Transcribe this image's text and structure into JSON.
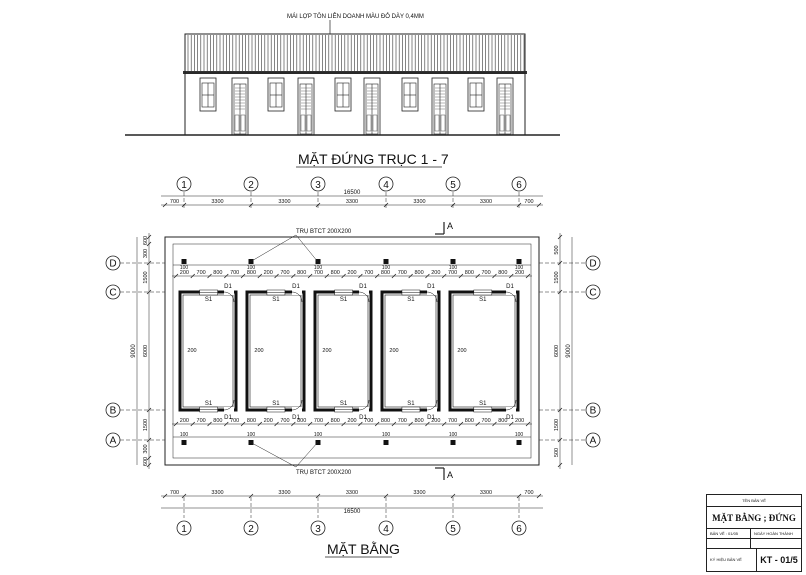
{
  "elevation": {
    "roof_note": "MÁI LỢP TÔN LIÊN DOANH MÀU ĐỎ DÀY 0,4MM",
    "title": "MẶT ĐỨNG TRỤC 1 - 7"
  },
  "plan": {
    "title": "MẶT BẰNG",
    "column_note_top": "TRỤ BTCT 200X200",
    "column_note_bottom": "TRỤ BTCT 200X200",
    "section_label": "A",
    "axes_x": [
      "1",
      "2",
      "3",
      "4",
      "5",
      "6"
    ],
    "axes_y_left": [
      "D",
      "C",
      "B",
      "A"
    ],
    "axes_y_right": [
      "D",
      "C",
      "B",
      "A"
    ],
    "bay_dims": [
      "700",
      "3300",
      "3300",
      "3300",
      "3300",
      "3300",
      "700"
    ],
    "total_length": "16500",
    "left_dims": [
      "600",
      "300",
      "1500",
      "6000",
      "1500",
      "300",
      "600"
    ],
    "left_total": "9000",
    "right_dims": [
      "500",
      "1500",
      "6000",
      "1500",
      "500"
    ],
    "right_total": "9000",
    "top_room_dims": [
      "200",
      "700",
      "800",
      "700",
      "800",
      "200",
      "700",
      "800",
      "700",
      "800",
      "200",
      "700",
      "800",
      "700",
      "800",
      "200",
      "700",
      "800",
      "700",
      "800",
      "200"
    ],
    "bottom_room_dims": [
      "200",
      "700",
      "800",
      "700",
      "800",
      "200",
      "700",
      "800",
      "700",
      "800",
      "200",
      "700",
      "800",
      "700",
      "800",
      "200",
      "700",
      "800",
      "700",
      "800",
      "200"
    ],
    "col_offset": "100",
    "room_height": "200",
    "window": "S1",
    "door": "D1"
  },
  "title_block": {
    "header": "TÊN BẢN VẼ",
    "drawing_name": "MẶT BẰNG ; ĐỨNG",
    "scale_label": "BẢN VẼ : 01/05",
    "date_label": "NGÀY HOÀN THÀNH",
    "code_label": "KÝ HIỆU BẢN VẼ",
    "code": "KT - 01/5"
  }
}
